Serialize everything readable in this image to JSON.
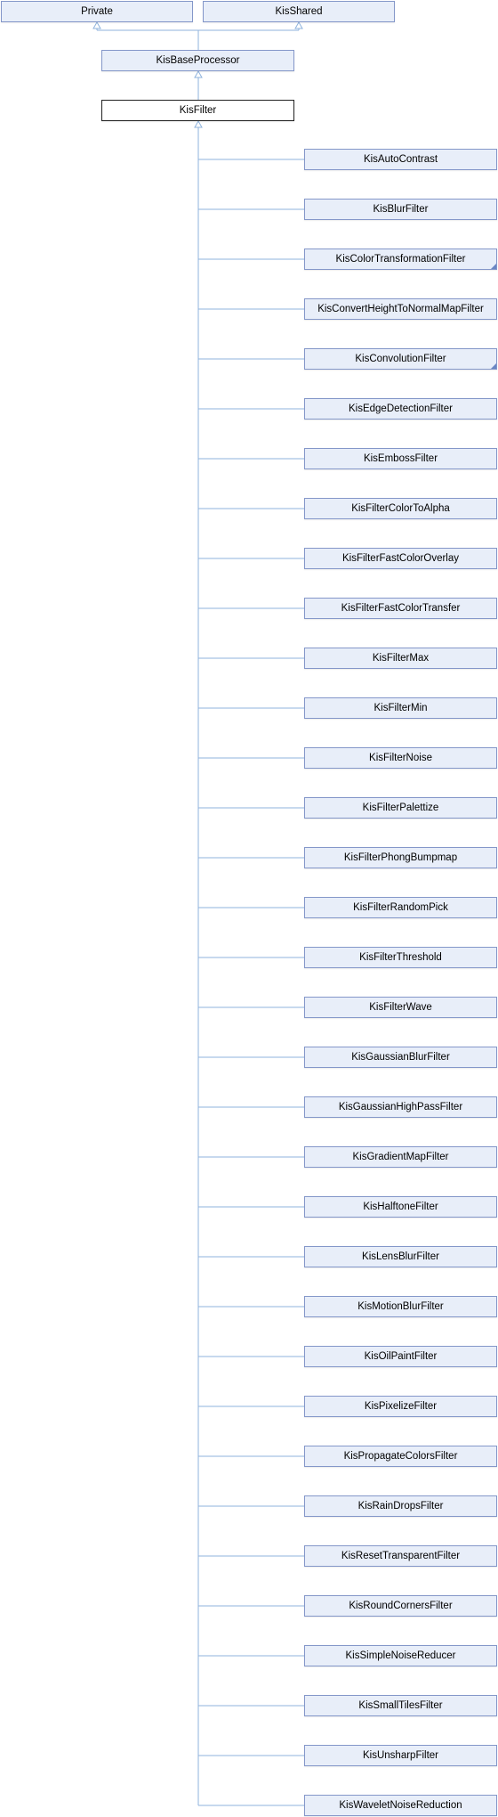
{
  "top_nodes": {
    "private": "Private",
    "kis_shared": "KisShared",
    "kis_base_processor": "KisBaseProcessor",
    "kis_filter": "KisFilter"
  },
  "children": [
    {
      "label": "KisAutoContrast",
      "folded": false
    },
    {
      "label": "KisBlurFilter",
      "folded": false
    },
    {
      "label": "KisColorTransformationFilter",
      "folded": true
    },
    {
      "label": "KisConvertHeightToNormalMapFilter",
      "folded": false
    },
    {
      "label": "KisConvolutionFilter",
      "folded": true
    },
    {
      "label": "KisEdgeDetectionFilter",
      "folded": false
    },
    {
      "label": "KisEmbossFilter",
      "folded": false
    },
    {
      "label": "KisFilterColorToAlpha",
      "folded": false
    },
    {
      "label": "KisFilterFastColorOverlay",
      "folded": false
    },
    {
      "label": "KisFilterFastColorTransfer",
      "folded": false
    },
    {
      "label": "KisFilterMax",
      "folded": false
    },
    {
      "label": "KisFilterMin",
      "folded": false
    },
    {
      "label": "KisFilterNoise",
      "folded": false
    },
    {
      "label": "KisFilterPalettize",
      "folded": false
    },
    {
      "label": "KisFilterPhongBumpmap",
      "folded": false
    },
    {
      "label": "KisFilterRandomPick",
      "folded": false
    },
    {
      "label": "KisFilterThreshold",
      "folded": false
    },
    {
      "label": "KisFilterWave",
      "folded": false
    },
    {
      "label": "KisGaussianBlurFilter",
      "folded": false
    },
    {
      "label": "KisGaussianHighPassFilter",
      "folded": false
    },
    {
      "label": "KisGradientMapFilter",
      "folded": false
    },
    {
      "label": "KisHalftoneFilter",
      "folded": false
    },
    {
      "label": "KisLensBlurFilter",
      "folded": false
    },
    {
      "label": "KisMotionBlurFilter",
      "folded": false
    },
    {
      "label": "KisOilPaintFilter",
      "folded": false
    },
    {
      "label": "KisPixelizeFilter",
      "folded": false
    },
    {
      "label": "KisPropagateColorsFilter",
      "folded": false
    },
    {
      "label": "KisRainDropsFilter",
      "folded": false
    },
    {
      "label": "KisResetTransparentFilter",
      "folded": false
    },
    {
      "label": "KisRoundCornersFilter",
      "folded": false
    },
    {
      "label": "KisSimpleNoiseReducer",
      "folded": false
    },
    {
      "label": "KisSmallTilesFilter",
      "folded": false
    },
    {
      "label": "KisUnsharpFilter",
      "folded": false
    },
    {
      "label": "KisWaveletNoiseReduction",
      "folded": false
    }
  ],
  "colors": {
    "node_fill": "#e8eef9",
    "node_border": "#8497c9",
    "edge": "#8fb3dd",
    "current_border": "#222222"
  }
}
